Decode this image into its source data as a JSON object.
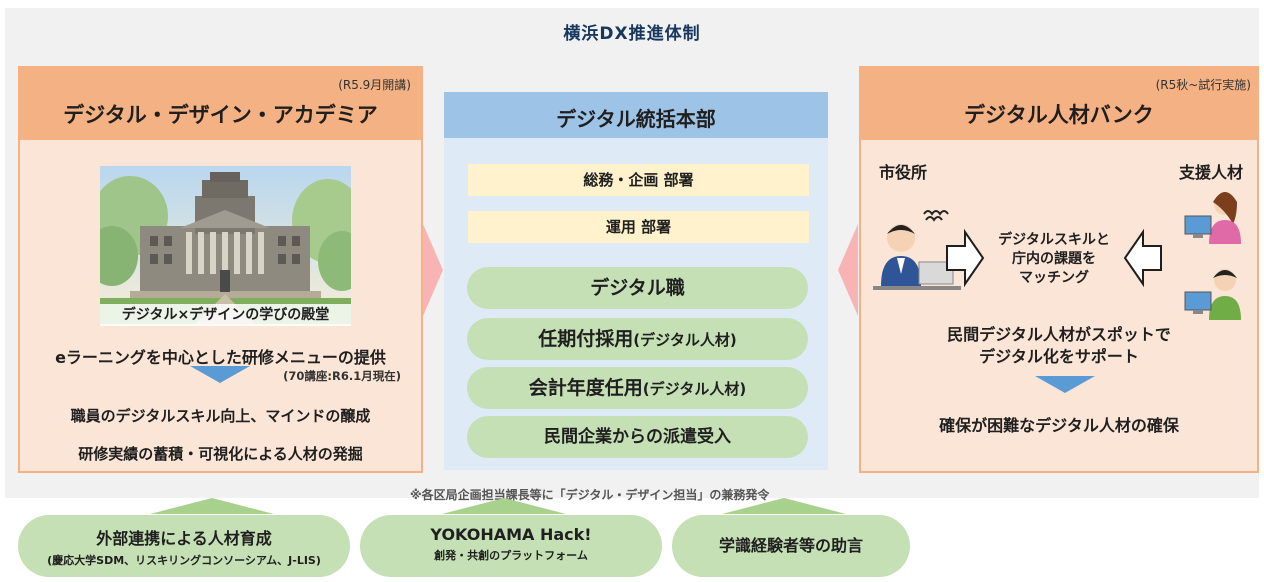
{
  "title": "横浜DX推進体制",
  "left": {
    "sub": "(R5.9月開講)",
    "title": "デジタル・デザイン・アカデミア",
    "image_caption": "デジタル×デザインの学びの殿堂",
    "line1": "eラーニングを中心とした研修メニューの提供",
    "note": "(70講座:R6.1月現在)",
    "line2": "職員のデジタルスキル向上、マインドの醸成",
    "line3": "研修実績の蓄積・可視化による人材の発掘"
  },
  "center": {
    "title": "デジタル統括本部",
    "dept1": "総務・企画 部署",
    "dept2": "運用 部署",
    "pill1_main": "デジタル職",
    "pill2_main": "任期付採用",
    "pill2_paren": "(デジタル人材)",
    "pill3_main": "会計年度任用",
    "pill3_paren": "(デジタル人材)",
    "pill4_main": "民間企業からの派遣受入",
    "note": "※各区局企画担当課長等に「デジタル・デザイン担当」の兼務発令"
  },
  "right": {
    "sub": "(R5秋~試行実施)",
    "title": "デジタル人材バンク",
    "city": "市役所",
    "support": "支援人材",
    "match": "デジタルスキルと\n庁内の課題を\nマッチング",
    "line1": "民間デジタル人材がスポットで\nデジタル化をサポート",
    "line2": "確保が困難なデジタル人材の確保"
  },
  "bottom": {
    "b1_main": "外部連携による人材育成",
    "b1_sub": "(慶応大学SDM、リスキリングコンソーシアム、J-LIS)",
    "b2_main": "YOKOHAMA Hack!",
    "b2_sub": "創発・共創のプラットフォーム",
    "b3_main": "学識経験者等の助言"
  },
  "colors": {
    "orange_header": "#f4b183",
    "orange_fill": "#fbe5d6",
    "blue_header": "#9dc3e6",
    "blue_fill": "#deebf7",
    "yellow": "#fff2cc",
    "green": "#c5e0b4",
    "arrow_blue": "#5b9bd5",
    "title_navy": "#17375e"
  }
}
